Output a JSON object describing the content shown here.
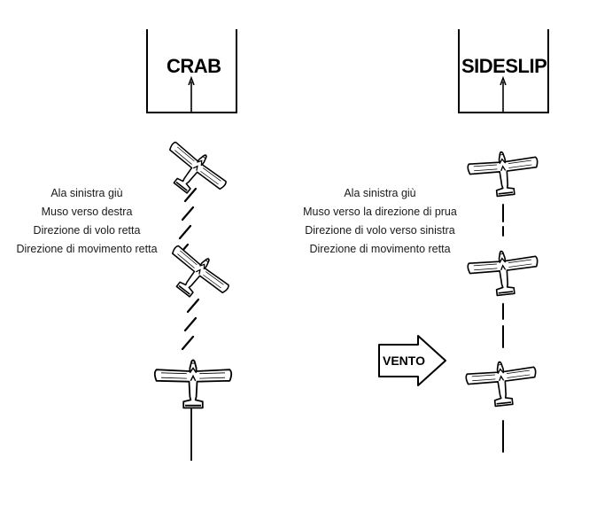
{
  "panels": {
    "crab": {
      "title": "CRAB",
      "notes": [
        "Ala sinistra giù",
        "Muso verso destra",
        "Direzione di volo retta",
        "Direzione di movimento retta"
      ]
    },
    "sideslip": {
      "title": "SIDESLIP",
      "notes": [
        "Ala sinistra giù",
        "Muso verso la direzione di prua",
        "Direzione di volo verso sinistra",
        "Direzione di movimento retta"
      ]
    }
  },
  "wind": {
    "label": "VENTO",
    "direction": "left-to-right"
  },
  "icons": {
    "aircraft": "airplane-top-view-icon",
    "wind_arrow": "wind-arrow-icon",
    "runway": "runway-outline"
  },
  "colors": {
    "ink": "#000000",
    "background": "#ffffff"
  }
}
